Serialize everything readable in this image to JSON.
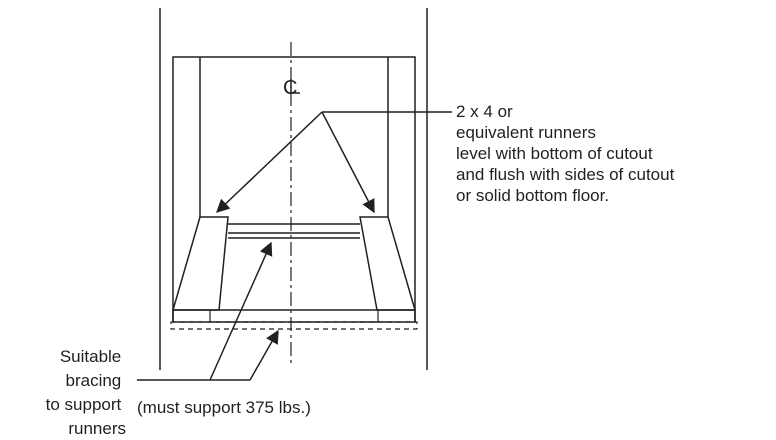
{
  "diagram": {
    "centerline_symbol": "C",
    "runners_label": [
      "2 x 4 or",
      "equivalent runners",
      "level with bottom of cutout",
      "and flush with sides of cutout",
      "or solid bottom floor."
    ],
    "bracing_label": [
      "Suitable",
      "bracing",
      "to support",
      "runners"
    ],
    "load_note": "(must support 375 lbs.)",
    "line_color": "#231f20"
  }
}
